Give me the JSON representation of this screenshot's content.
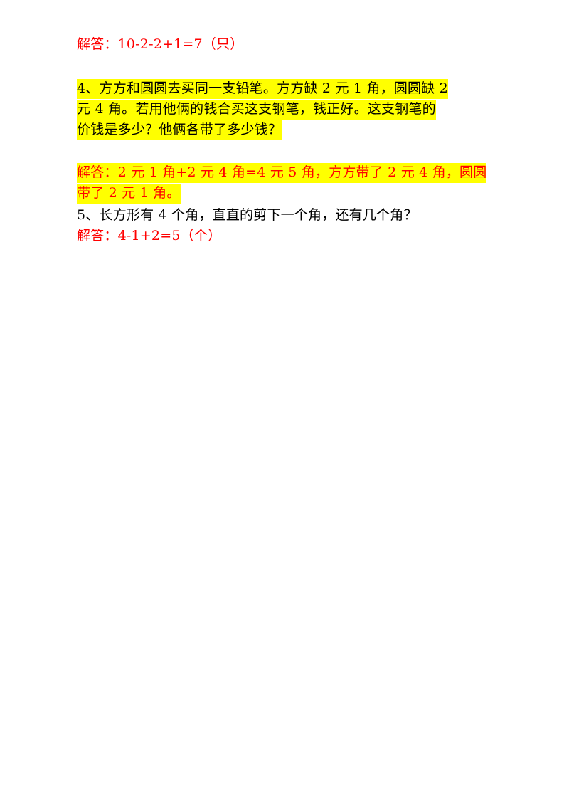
{
  "document": {
    "lines": [
      {
        "text": "解答：10-2-2+1=7（只）"
      },
      {
        "text": "4、方方和圆圆去买同一支铅笔。方方缺 2 元 1 角，圆圆缺 2"
      },
      {
        "text": "元 4 角。若用他俩的钱合买这支钢笔，钱正好。这支钢笔的"
      },
      {
        "text": "价钱是多少？他俩各带了多少钱？"
      },
      {
        "text": "解答：2 元 1 角+2 元 4 角=4 元 5 角，方方带了 2 元 4 角，圆圆"
      },
      {
        "text": "带了 2 元 1 角。"
      },
      {
        "text": "5、长方形有 4 个角，直直的剪下一个角，还有几个角？"
      },
      {
        "text": "解答：4-1+2=5（个）"
      }
    ],
    "colors": {
      "answer": "#ff0000",
      "question": "#000000",
      "highlight": "#ffff00"
    }
  }
}
